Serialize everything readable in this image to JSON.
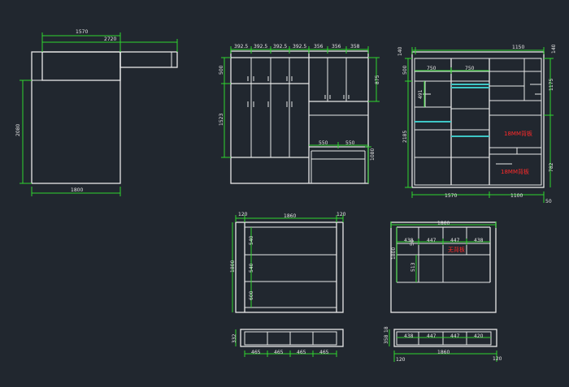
{
  "colors": {
    "background": "#21272f",
    "lines": "#e8e8e8",
    "dimensions": "#2fd62f",
    "glass": "#3ec6c6",
    "notes": "#ff2a2a"
  },
  "bed": {
    "d1570": "1570",
    "d2720": "2720",
    "d2080": "2080",
    "d1800": "1800"
  },
  "wardrobe": {
    "w1": "392.5",
    "w2": "392.5",
    "w3": "392.5",
    "w4": "392.5",
    "w5": "356",
    "w6": "356",
    "w7": "358",
    "h500": "500",
    "h1523": "1523",
    "h875": "875",
    "d550a": "550",
    "d550b": "550",
    "h1080": "1080"
  },
  "corner": {
    "t140a": "140",
    "t1150": "1150",
    "t140b": "140",
    "i750a": "750",
    "i750b": "750",
    "i491": "491",
    "h500": "500",
    "h2185": "2185",
    "h1175": "1175",
    "h782": "782",
    "b1570": "1570",
    "b1100": "1100",
    "b50": "50",
    "note1": "18MM背板",
    "note2": "18MM背板"
  },
  "shelf1": {
    "t120a": "120",
    "t1860": "1860",
    "t120b": "120",
    "h1800": "1800",
    "s540a": "540",
    "s540b": "540",
    "s600": "600"
  },
  "shelf2": {
    "t1860": "1860",
    "c438a": "438",
    "c447a": "447",
    "c447b": "447",
    "c438b": "438",
    "h1800": "1800",
    "h513": "513",
    "h50": "50",
    "note": "无背板"
  },
  "plan1": {
    "p332": "332",
    "p465a": "465",
    "p465b": "465",
    "p465c": "465",
    "p465d": "465"
  },
  "plan2": {
    "t18": "18",
    "d358": "358",
    "c438a": "438",
    "c447a": "447",
    "c447b": "447",
    "c420": "420",
    "b120": "120",
    "b1860": "1860",
    "b120b": "120"
  }
}
